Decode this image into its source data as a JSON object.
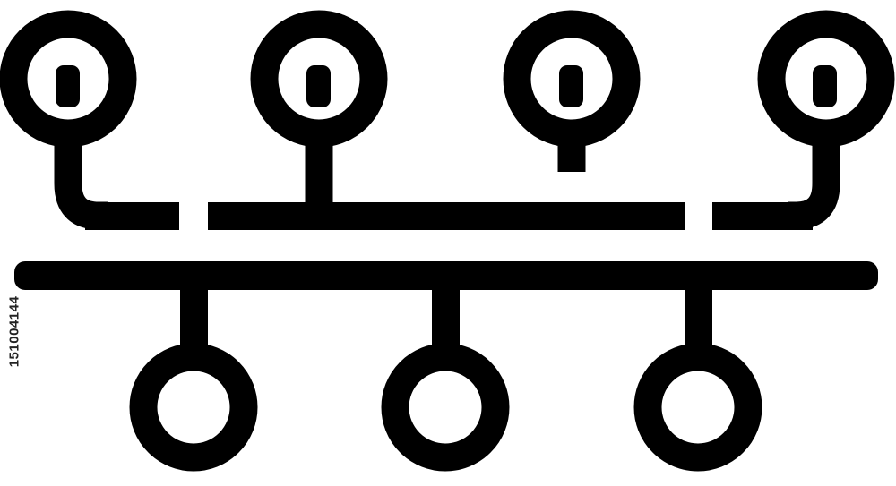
{
  "image": {
    "foreground_color": "#000000",
    "background_color": "#ffffff",
    "icon_name": "timeline-nodes-icon",
    "top_node_count": 4,
    "bottom_node_count": 3
  },
  "stock_id": "151004144"
}
